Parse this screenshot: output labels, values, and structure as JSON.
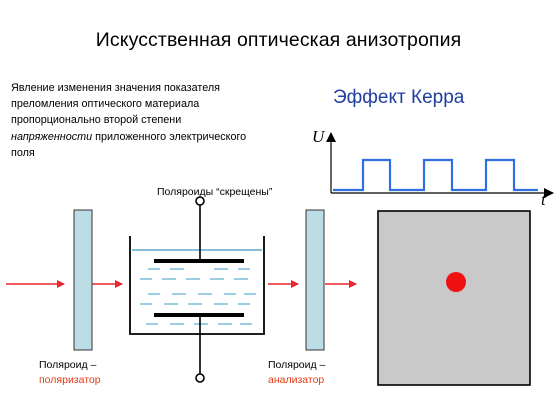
{
  "title": "Искусственная оптическая анизотропия",
  "description": {
    "part1": "Явление изменения значения показателя преломления оптического материала пропорционально  второй степени ",
    "emphasis": "напряженности",
    "part2": " приложенного электрического поля"
  },
  "effect_name": "Эффект Керра",
  "axis": {
    "y_label": "U",
    "x_label": "t"
  },
  "crossed_caption": "Поляроиды “скрещены”",
  "polarizer": {
    "line1": "Поляроид –",
    "line2": "поляризатор"
  },
  "analyzer": {
    "line1": "Поляроид –",
    "line2": "анализатор"
  },
  "voltage_signal": {
    "type": "square-wave",
    "pulses": 3
  },
  "colors": {
    "beam": "#e8272f",
    "pulse": "#2f6fe0",
    "polaroid_fill": "#bcdde6",
    "liquid": "#5aa9cf",
    "screen": "#c9c9c9",
    "spot": "#ee1111",
    "title_accent": "#1f3f9e"
  }
}
